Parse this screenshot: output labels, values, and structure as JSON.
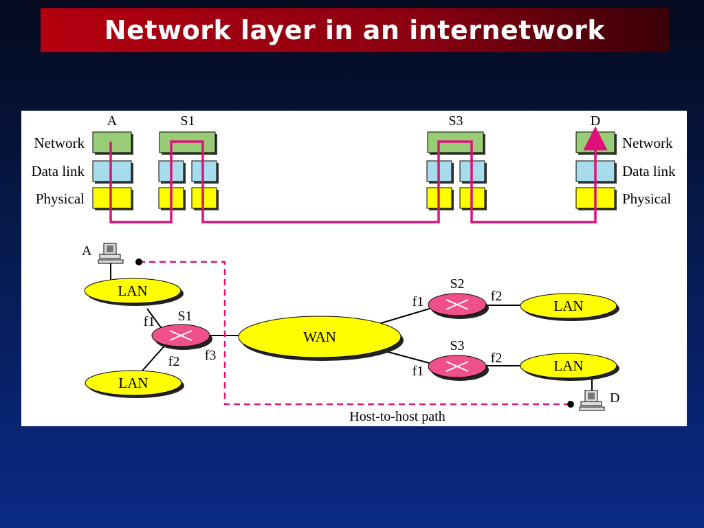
{
  "title": "Network layer in an internetwork",
  "layers": {
    "columns": [
      "A",
      "S1",
      "S3",
      "D"
    ],
    "left_labels": [
      "Network",
      "Data link",
      "Physical"
    ],
    "right_labels": [
      "Network",
      "Data link",
      "Physical"
    ]
  },
  "topology": {
    "host_a": "A",
    "host_d": "D",
    "router_s1": "S1",
    "router_s2": "S2",
    "router_s3": "S3",
    "lan": "LAN",
    "wan": "WAN",
    "f1": "f1",
    "f2": "f2",
    "f3": "f3",
    "path_label": "Host-to-host path"
  },
  "colors": {
    "network": "#99cc77",
    "datalink": "#a6dcec",
    "physical": "#ffff00",
    "path": "#e0107a",
    "lan_fill": "#ffff00",
    "router_fill": "#f0508a"
  }
}
